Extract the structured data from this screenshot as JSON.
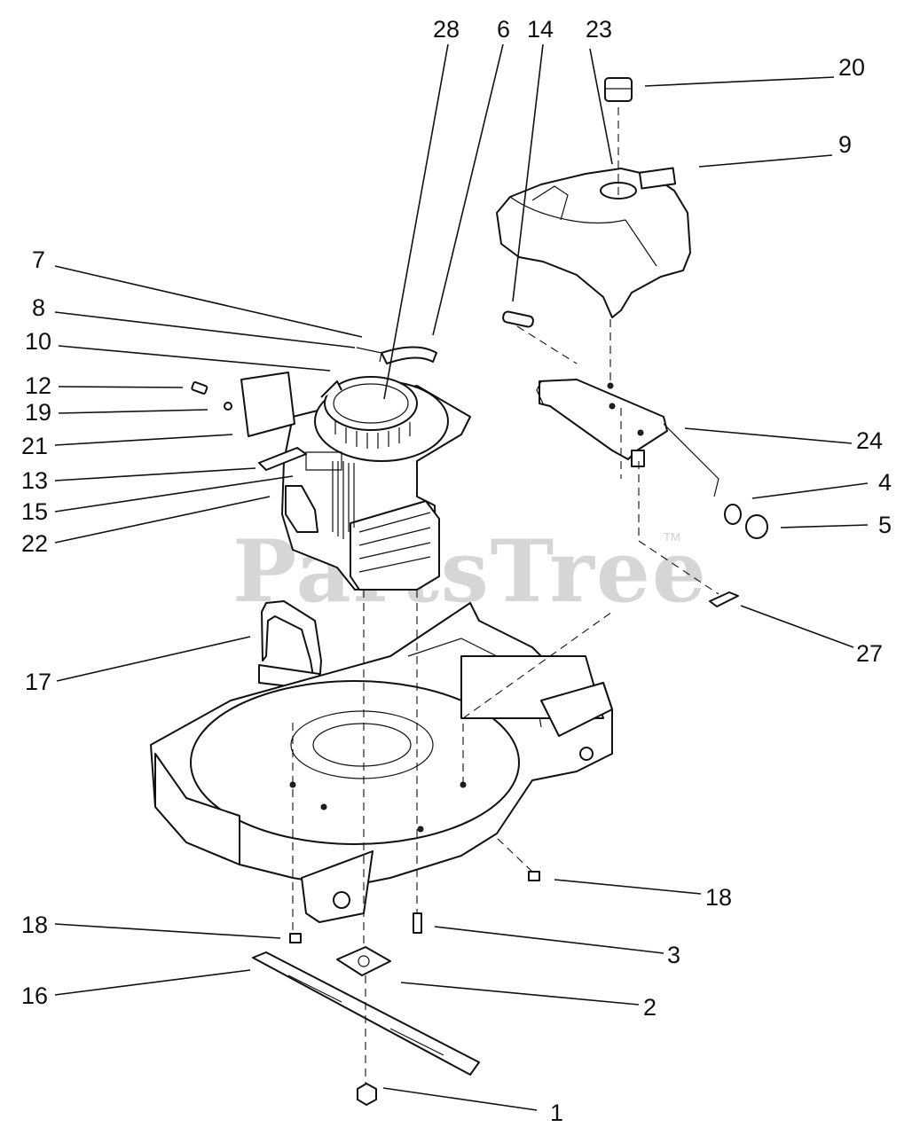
{
  "watermark": {
    "brand": "PartsTree",
    "trademark": "TM"
  },
  "callouts": [
    "28",
    "6",
    "14",
    "23",
    "20",
    "9",
    "7",
    "8",
    "10",
    "12",
    "19",
    "21",
    "13",
    "15",
    "22",
    "24",
    "4",
    "5",
    "27",
    "17",
    "18",
    "18",
    "3",
    "2",
    "16",
    "1"
  ]
}
